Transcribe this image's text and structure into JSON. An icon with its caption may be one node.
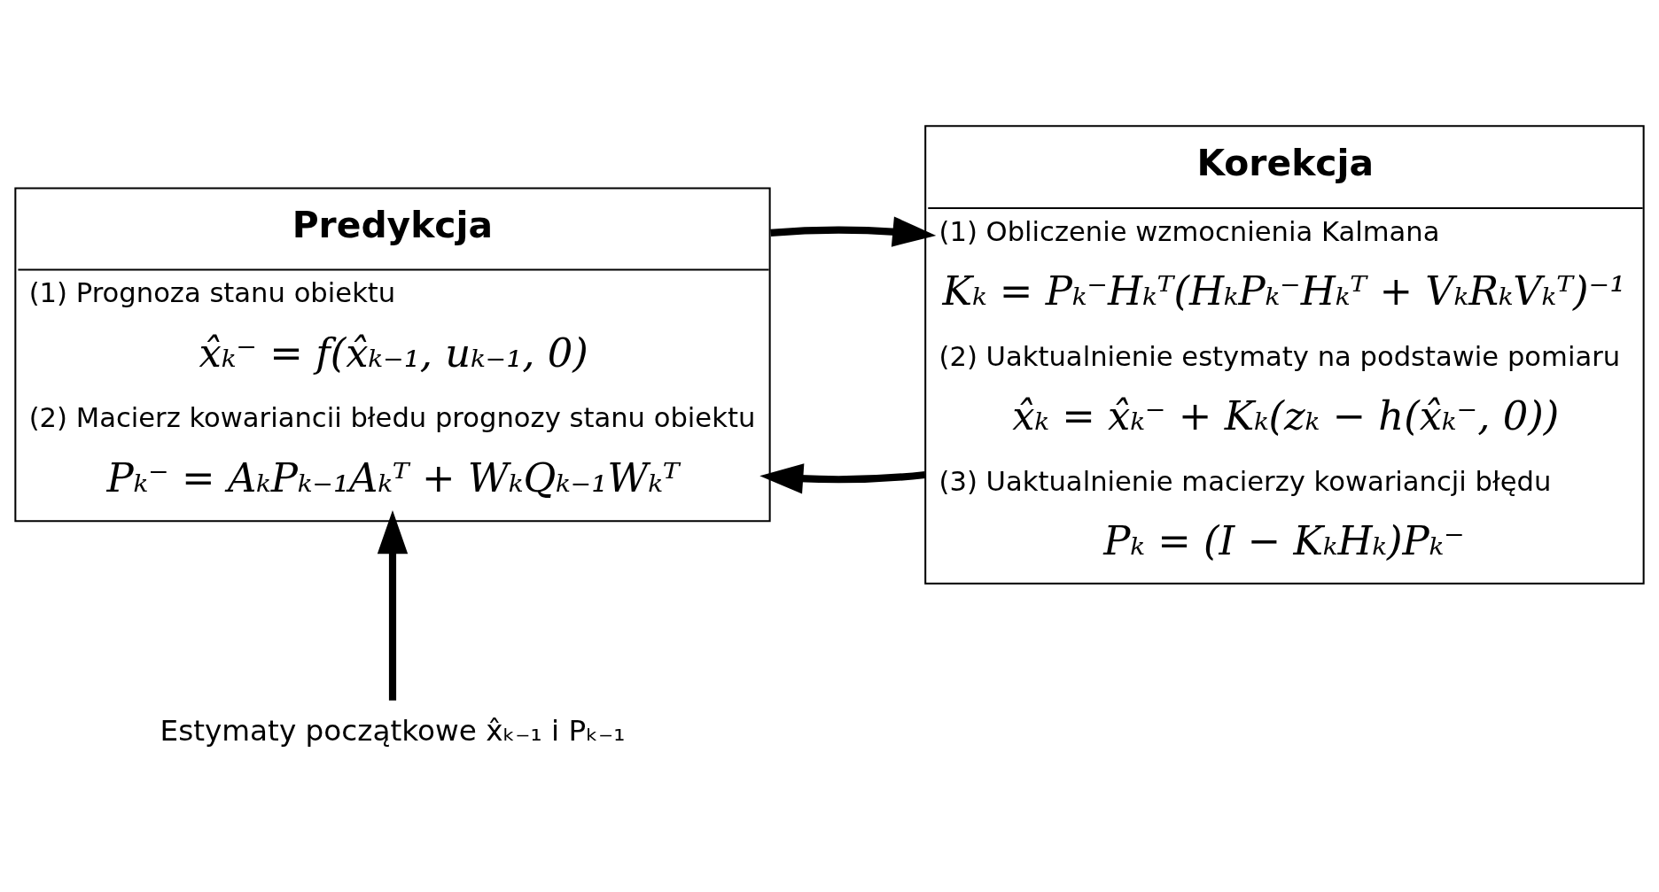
{
  "diagram": {
    "nodes": [
      {
        "text": [
          "Predykcja",
          "(1) Prognoza stanu obiektu",
          "x̂ₖ⁻ = f(x̂ₖ₋₁, uₖ₋₁, 0)",
          "(2) Macierz kowariancii błedu prognozy stanu obiektu",
          "Pₖ⁻ = AₖPₖ₋₁Aₖᵀ + WₖQₖ₋₁Wₖᵀ"
        ]
      },
      {
        "text": [
          "Korekcja",
          "(1) Obliczenie wzmocnienia Kalmana",
          "Kₖ = Pₖ⁻Hₖᵀ(HₖPₖ⁻Hₖᵀ + VₖRₖVₖᵀ)⁻¹",
          "(2) Uaktualnienie estymaty na podstawie pomiaru",
          "x̂ₖ = x̂ₖ⁻ + Kₖ(zₖ − h(x̂ₖ⁻, 0))",
          "(3) Uaktualnienie macierzy kowariancji błędu",
          "Pₖ = (I − KₖHₖ)Pₖ⁻"
        ]
      },
      {
        "text": [
          "Estymaty początkowe x̂ₖ₋₁ i Pₖ₋₁"
        ]
      }
    ],
    "edges": [
      {
        "from": 0,
        "to": 1,
        "arrow": "to"
      },
      {
        "from": 1,
        "to": 0,
        "arrow": "to"
      },
      {
        "from": 2,
        "to": 0,
        "arrow": "to"
      }
    ]
  }
}
